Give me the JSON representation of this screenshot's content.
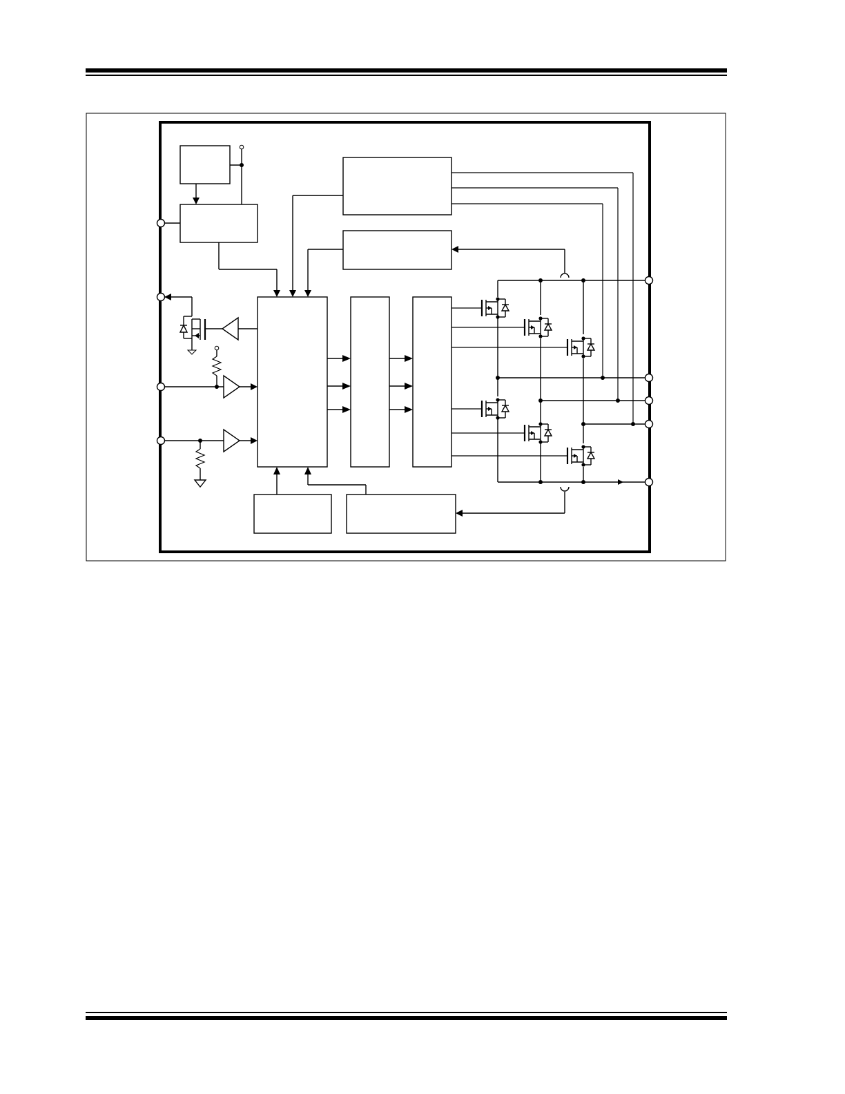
{
  "page": {
    "header_rule": "double-thick-line",
    "footer_rule": "double-thick-line"
  },
  "diagram": {
    "type": "block-diagram",
    "description_note": "",
    "colors": {
      "line": "#000000",
      "background": "#ffffff"
    },
    "blocks": [
      {
        "id": "block-top-left-small",
        "label": ""
      },
      {
        "id": "block-regulator",
        "label": ""
      },
      {
        "id": "block-top-center",
        "label": ""
      },
      {
        "id": "block-mid-center",
        "label": ""
      },
      {
        "id": "block-controller",
        "label": ""
      },
      {
        "id": "block-logic",
        "label": ""
      },
      {
        "id": "block-driver",
        "label": ""
      },
      {
        "id": "block-bottom-left",
        "label": ""
      },
      {
        "id": "block-bottom-right",
        "label": ""
      }
    ],
    "pins": {
      "left_count": 4,
      "right_count": 5
    },
    "components": {
      "mosfets": 7,
      "diodes": 7,
      "resistors": 2,
      "buffers": 3,
      "ground_symbols": 2
    }
  }
}
